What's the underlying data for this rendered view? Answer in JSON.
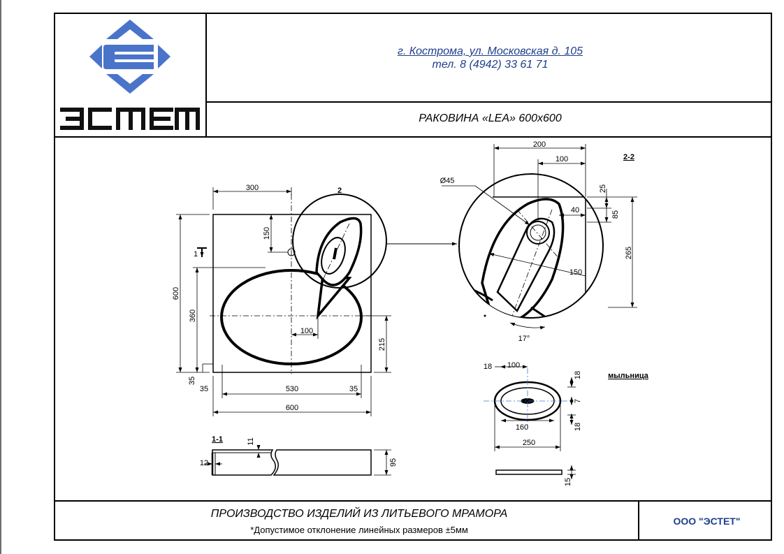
{
  "header": {
    "logo_text": "ЭСМЕМ",
    "address_line1": "г. Кострома, ул. Московская д. 105",
    "address_line2": "тел. 8 (4942) 33 61 71",
    "product_title": "РАКОВИНА «LEA» 600x600"
  },
  "footer": {
    "main_text": "ПРОИЗВОДСТВО ИЗДЕЛИЙ ИЗ ЛИТЬЕВОГО МРАМОРА",
    "tolerance_note": "*Допустимое отклонение линейных размеров  ±5мм",
    "company": "ООО \"ЭСТЕТ\""
  },
  "colors": {
    "brand_blue": "#1f3f8c",
    "logo_blue": "#4a74c9",
    "centerline_blue": "#3a7bd5"
  },
  "drawing": {
    "plan_view": {
      "dims": {
        "top_300": "300",
        "left_600": "600",
        "left_360": "360",
        "v_150": "150",
        "d_100": "100",
        "right_215": "215",
        "b_35_left": "35",
        "b_35_bottom": "35",
        "b_530": "530",
        "b_35_right": "35",
        "b_600": "600"
      },
      "section_mark": "1",
      "detail_mark": "2"
    },
    "detail_view": {
      "title": "2-2",
      "dims": {
        "d200": "200",
        "d100": "100",
        "dia45": "Ø45",
        "d25": "25",
        "d40": "40",
        "d85": "85",
        "d265": "265",
        "d150": "150",
        "angle17": "17°"
      }
    },
    "soap_dish": {
      "title": "мыльница",
      "dims": {
        "d18_left": "18",
        "d100": "100",
        "d18_top": "18",
        "d7": "7",
        "d160": "160",
        "d18_bottom": "18",
        "d250": "250",
        "d15": "15"
      }
    },
    "section_1_1": {
      "title": "1-1",
      "dims": {
        "d11": "11",
        "d12": "12",
        "d95": "95"
      }
    }
  }
}
